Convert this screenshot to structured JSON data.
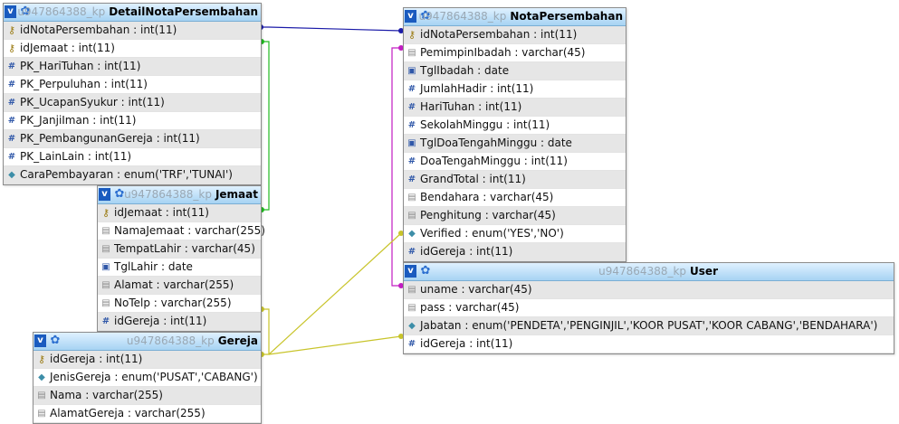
{
  "colors": {
    "header_top": "#dff1ff",
    "header_bottom": "#a6d3f3",
    "link_blue": "#1a1aa8",
    "link_green": "#22bb22",
    "link_magenta": "#c21cc2",
    "link_olive": "#c8c42a"
  },
  "tables": [
    {
      "id": "detail",
      "db": "u947864388_kp",
      "name": "DetailNotaPersembahan",
      "fields": [
        {
          "text": "idNotaPersembahan : int(11)",
          "icon": "key"
        },
        {
          "text": "idJemaat : int(11)",
          "icon": "key"
        },
        {
          "text": "PK_HariTuhan : int(11)",
          "icon": "int"
        },
        {
          "text": "PK_Perpuluhan : int(11)",
          "icon": "int"
        },
        {
          "text": "PK_UcapanSyukur : int(11)",
          "icon": "int"
        },
        {
          "text": "PK_JanjiIman : int(11)",
          "icon": "int"
        },
        {
          "text": "PK_PembangunanGereja : int(11)",
          "icon": "int"
        },
        {
          "text": "PK_LainLain : int(11)",
          "icon": "int"
        },
        {
          "text": "CaraPembayaran : enum('TRF','TUNAI')",
          "icon": "enum"
        }
      ]
    },
    {
      "id": "jemaat",
      "db": "u947864388_kp",
      "name": "Jemaat",
      "fields": [
        {
          "text": "idJemaat : int(11)",
          "icon": "key"
        },
        {
          "text": "NamaJemaat : varchar(255)",
          "icon": "str"
        },
        {
          "text": "TempatLahir : varchar(45)",
          "icon": "str"
        },
        {
          "text": "TglLahir : date",
          "icon": "date"
        },
        {
          "text": "Alamat : varchar(255)",
          "icon": "str"
        },
        {
          "text": "NoTelp : varchar(255)",
          "icon": "str"
        },
        {
          "text": "idGereja : int(11)",
          "icon": "int"
        }
      ]
    },
    {
      "id": "gereja",
      "db": "u947864388_kp",
      "name": "Gereja",
      "fields": [
        {
          "text": "idGereja : int(11)",
          "icon": "key"
        },
        {
          "text": "JenisGereja : enum('PUSAT','CABANG')",
          "icon": "enum"
        },
        {
          "text": "Nama : varchar(255)",
          "icon": "str"
        },
        {
          "text": "AlamatGereja : varchar(255)",
          "icon": "str"
        }
      ]
    },
    {
      "id": "nota",
      "db": "u947864388_kp",
      "name": "NotaPersembahan",
      "fields": [
        {
          "text": "idNotaPersembahan : int(11)",
          "icon": "key"
        },
        {
          "text": "PemimpinIbadah : varchar(45)",
          "icon": "str"
        },
        {
          "text": "TglIbadah : date",
          "icon": "date"
        },
        {
          "text": "JumlahHadir : int(11)",
          "icon": "int"
        },
        {
          "text": "HariTuhan : int(11)",
          "icon": "int"
        },
        {
          "text": "SekolahMinggu : int(11)",
          "icon": "int"
        },
        {
          "text": "TglDoaTengahMinggu : date",
          "icon": "date"
        },
        {
          "text": "DoaTengahMinggu : int(11)",
          "icon": "int"
        },
        {
          "text": "GrandTotal : int(11)",
          "icon": "int"
        },
        {
          "text": "Bendahara : varchar(45)",
          "icon": "str"
        },
        {
          "text": "Penghitung : varchar(45)",
          "icon": "str"
        },
        {
          "text": "Verified : enum('YES','NO')",
          "icon": "enum"
        },
        {
          "text": "idGereja : int(11)",
          "icon": "int"
        }
      ]
    },
    {
      "id": "user",
      "db": "u947864388_kp",
      "name": "User",
      "fields": [
        {
          "text": "uname : varchar(45)",
          "icon": "str"
        },
        {
          "text": "pass : varchar(45)",
          "icon": "str"
        },
        {
          "text": "Jabatan : enum('PENDETA','PENGINJIL','KOOR PUSAT','KOOR CABANG','BENDAHARA')",
          "icon": "enum"
        },
        {
          "text": "idGereja : int(11)",
          "icon": "int"
        }
      ]
    }
  ]
}
